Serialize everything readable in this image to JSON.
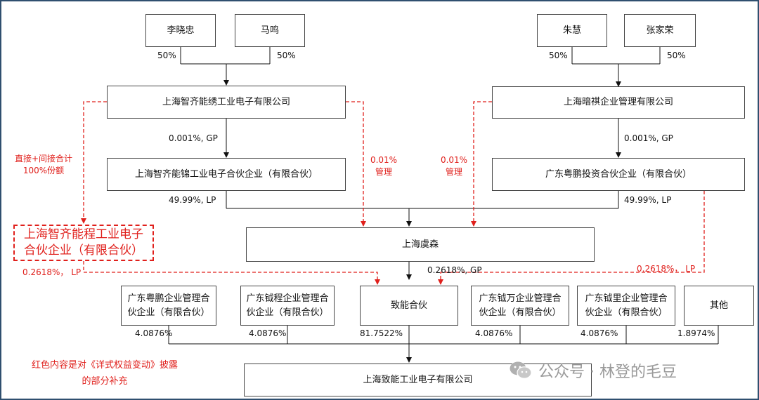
{
  "boxes": {
    "li_xiaozhong": "李晓忠",
    "ma_ming": "马鸣",
    "zhu_hui": "朱慧",
    "zhang_jiarong": "张家荣",
    "zhiqi_nengxiu": "上海智齐能绣工业电子有限公司",
    "anqi": "上海暗祺企业管理有限公司",
    "zhiqi_nengjin": "上海智齐能锦工业电子合伙企业（有限合伙）",
    "yuepeng_touzi": "广东粤鹏投资合伙企业（有限合伙）",
    "zhiqi_nengcheng_l1": "上海智齐能程工业电子",
    "zhiqi_nengcheng_l2": "合伙企业（有限合伙）",
    "yusen": "上海虞森",
    "yuepeng_qiye_l1": "广东粤鹏企业管理合",
    "yuepeng_qiye_l2": "伙企业（有限合伙）",
    "yucheng_l1": "广东钺程企业管理合",
    "yucheng_l2": "伙企业（有限合伙）",
    "zhineng_hehuo": "致能合伙",
    "yuwan_l1": "广东钺万企业管理合",
    "yuwan_l2": "伙企业（有限合伙）",
    "yuli_l1": "广东钺里企业管理合",
    "yuli_l2": "伙企业（有限合伙）",
    "qita": "其他",
    "target": "上海致能工业电子有限公司"
  },
  "labels": {
    "li_pct": "50%",
    "ma_pct": "50%",
    "zhu_pct": "50%",
    "zhang_pct": "50%",
    "nengjin_gp": "0.001%, GP",
    "yuepeng_gp": "0.001%, GP",
    "nengjin_lp": "49.99%, LP",
    "yuepeng_lp": "49.99%, LP",
    "yusen_gp": "0.2618%, GP",
    "p1": "4.0876%",
    "p2": "4.0876%",
    "p3": "81.7522%",
    "p4": "4.0876%",
    "p5": "4.0876%",
    "p6": "1.8974%"
  },
  "red_notes": {
    "direct_indirect_l1": "直接+间接合计",
    "direct_indirect_l2": "100%份额",
    "mgmt_left_pct": "0.01%",
    "mgmt_left_label": "管理",
    "mgmt_right_pct": "0.01%",
    "mgmt_right_label": "管理",
    "nengcheng_lp": "0.2618%，  LP",
    "right_lp": "0.2618%，  LP",
    "footnote_l1": "红色内容是对《详式权益变动》披露",
    "footnote_l2": "的部分补充"
  },
  "watermark": {
    "text": "公众号 · 林登的毛豆",
    "icon": "wechat-icon"
  },
  "colors": {
    "line": "#111111",
    "red": "#e0201c",
    "frame": "#2f4f6f",
    "watermark": "#9a9a9a"
  }
}
